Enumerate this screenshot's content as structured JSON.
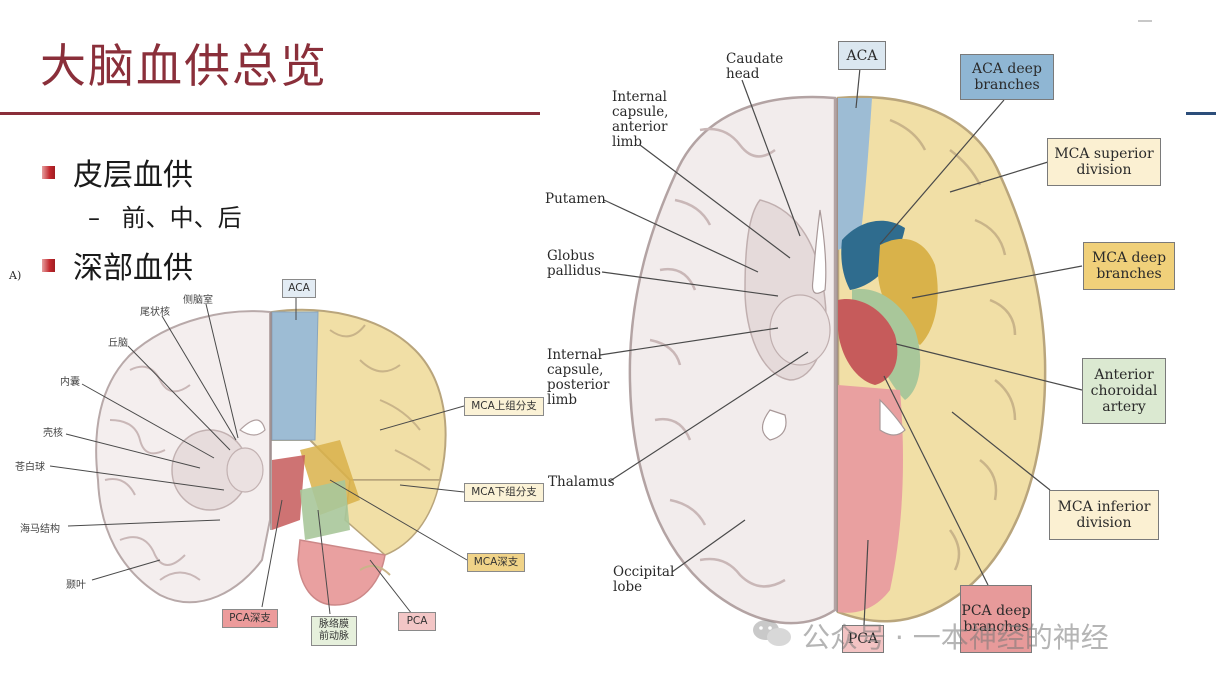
{
  "slide": {
    "title": "大脑血供总览",
    "bullets": [
      {
        "text": "皮层血供"
      },
      {
        "text": "深部血供"
      }
    ],
    "sub_item": "前、中、后",
    "sub_dash": "–"
  },
  "left_figure": {
    "panel_letter": "A)",
    "labels": {
      "lateral_ventricle": "侧脑室",
      "caudate": "尾状核",
      "thalamus": "丘脑",
      "internal_capsule": "内囊",
      "putamen": "壳核",
      "globus_pallidus": "苍白球",
      "hippocampus": "海马结构",
      "temporal_lobe": "颞叶"
    },
    "boxes": {
      "aca": "ACA",
      "mca_superior": "MCA上组分支",
      "mca_inferior": "MCA下组分支",
      "mca_deep": "MCA深支",
      "pca": "PCA",
      "pca_deep": "PCA深支",
      "anterior_choroidal": "脉络膜前动脉"
    }
  },
  "right_figure": {
    "labels": {
      "caudate_head": "Caudate head",
      "internal_capsule_anterior": "Internal capsule, anterior limb",
      "putamen": "Putamen",
      "globus_pallidus": "Globus pallidus",
      "internal_capsule_posterior": "Internal capsule, posterior limb",
      "thalamus": "Thalamus",
      "occipital_lobe": "Occipital lobe"
    },
    "boxes": {
      "aca": "ACA",
      "aca_deep": "ACA deep branches",
      "mca_superior": "MCA superior division",
      "mca_deep": "MCA deep branches",
      "anterior_choroidal": "Anterior choroidal artery",
      "mca_inferior": "MCA inferior division",
      "pca_deep": "PCA deep branches",
      "pca": "PCA"
    }
  },
  "watermark": "公众号 · 一本神经的神经",
  "colors": {
    "title": "#8a2f3a",
    "aca": "#9dbcd4",
    "mca": "#f1dfa6",
    "mca_deep": "#d9b24a",
    "pca": "#e9a0a0",
    "pca_deep": "#c65b5b",
    "choroidal": "#a9c79a",
    "aca_deep": "#2f6c8e"
  }
}
